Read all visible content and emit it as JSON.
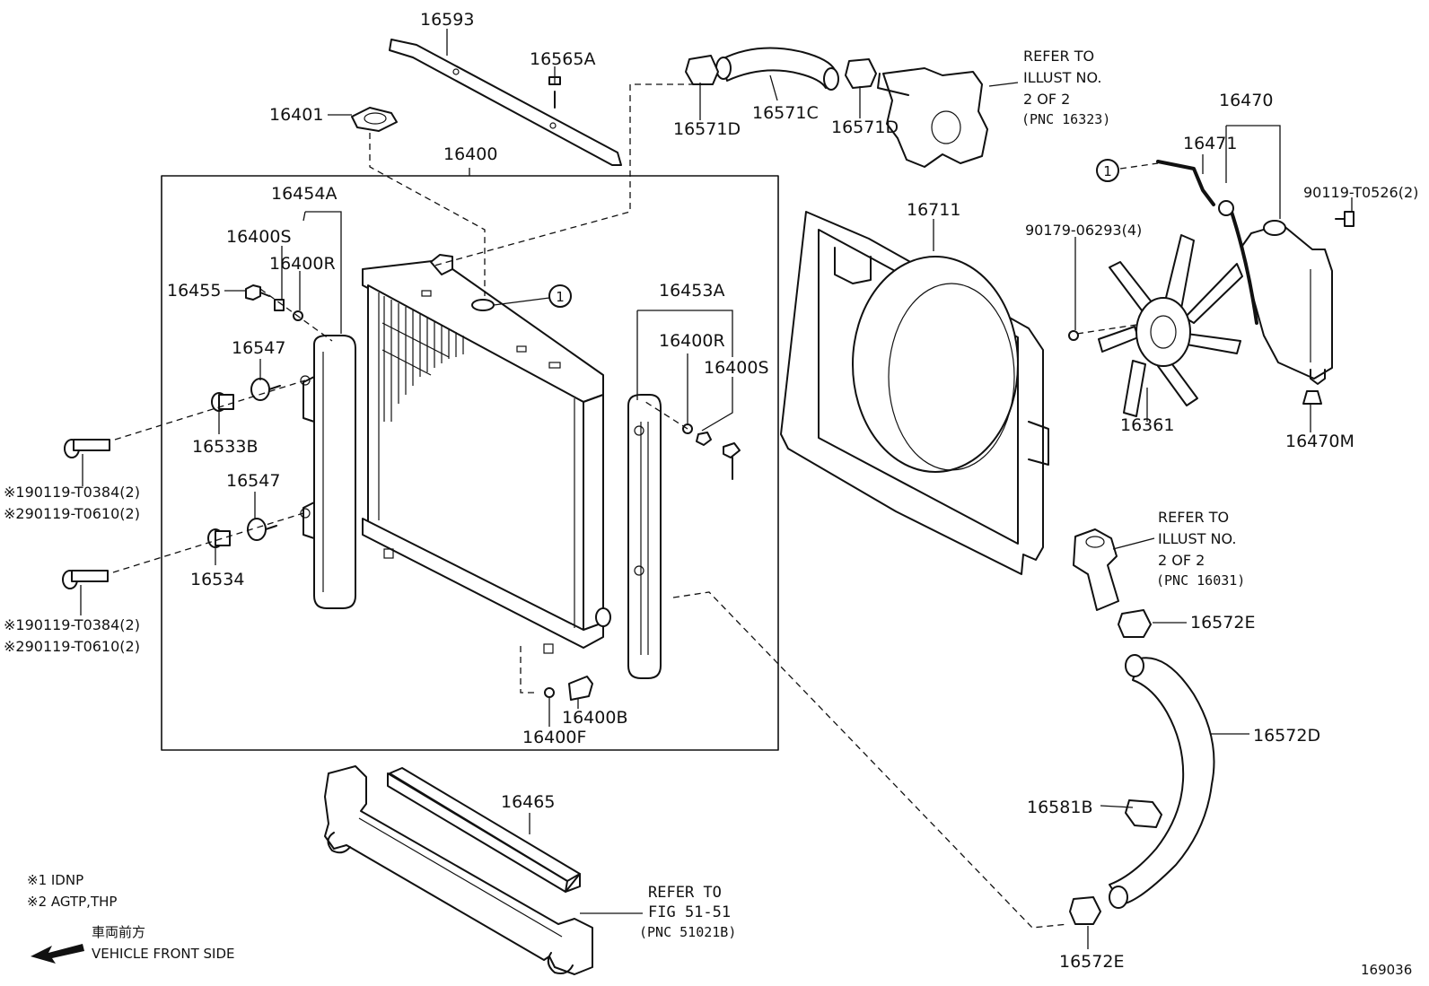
{
  "labels": [
    {
      "id": "16593",
      "text": "16593"
    },
    {
      "id": "16565A",
      "text": "16565A"
    },
    {
      "id": "16401",
      "text": "16401"
    },
    {
      "id": "16400",
      "text": "16400"
    },
    {
      "id": "16454A",
      "text": "16454A"
    },
    {
      "id": "16400S_l",
      "text": "16400S"
    },
    {
      "id": "16400R_l",
      "text": "16400R"
    },
    {
      "id": "16455",
      "text": "16455"
    },
    {
      "id": "16547_a",
      "text": "16547"
    },
    {
      "id": "16533B",
      "text": "16533B"
    },
    {
      "id": "16547_b",
      "text": "16547"
    },
    {
      "id": "16534",
      "text": "16534"
    },
    {
      "id": "16453A",
      "text": "16453A"
    },
    {
      "id": "16400R_r",
      "text": "16400R"
    },
    {
      "id": "16400S_r",
      "text": "16400S"
    },
    {
      "id": "16400B",
      "text": "16400B"
    },
    {
      "id": "16400F",
      "text": "16400F"
    },
    {
      "id": "16465",
      "text": "16465"
    },
    {
      "id": "16571D_l",
      "text": "16571D"
    },
    {
      "id": "16571C",
      "text": "16571C"
    },
    {
      "id": "16571D_r",
      "text": "16571D"
    },
    {
      "id": "16711",
      "text": "16711"
    },
    {
      "id": "16470",
      "text": "16470"
    },
    {
      "id": "16471",
      "text": "16471"
    },
    {
      "id": "90119_T0526",
      "text": "90119-T0526(2)"
    },
    {
      "id": "90179_06293",
      "text": "90179-06293(4)"
    },
    {
      "id": "16361",
      "text": "16361"
    },
    {
      "id": "16470M",
      "text": "16470M"
    },
    {
      "id": "16572E_t",
      "text": "16572E"
    },
    {
      "id": "16572D",
      "text": "16572D"
    },
    {
      "id": "16581B",
      "text": "16581B"
    },
    {
      "id": "16572E_b",
      "text": "16572E"
    }
  ],
  "bolt_notes": [
    {
      "id": "b1a",
      "text": "※190119-T0384(2)"
    },
    {
      "id": "b1b",
      "text": "※290119-T0610(2)"
    },
    {
      "id": "b2a",
      "text": "※190119-T0384(2)"
    },
    {
      "id": "b2b",
      "text": "※290119-T0610(2)"
    }
  ],
  "refer_notes": {
    "r1": {
      "l1": "REFER TO",
      "l2": "ILLUST NO.",
      "l3": "2 OF 2",
      "l4": "(PNC 16323)"
    },
    "r2": {
      "l1": "REFER TO",
      "l2": "ILLUST NO.",
      "l3": "2 OF 2",
      "l4": "(PNC 16031)"
    },
    "r3": {
      "l1": "REFER TO",
      "l2": "FIG 51-51",
      "l3": "(PNC 51021B)"
    }
  },
  "ref_circle_symbol": "1",
  "legend": {
    "n1": "※1 IDNP",
    "n2": "※2 AGTP,THP",
    "front_jp": "車両前方",
    "front_en": "VEHICLE FRONT SIDE"
  },
  "figure_number": "169036"
}
